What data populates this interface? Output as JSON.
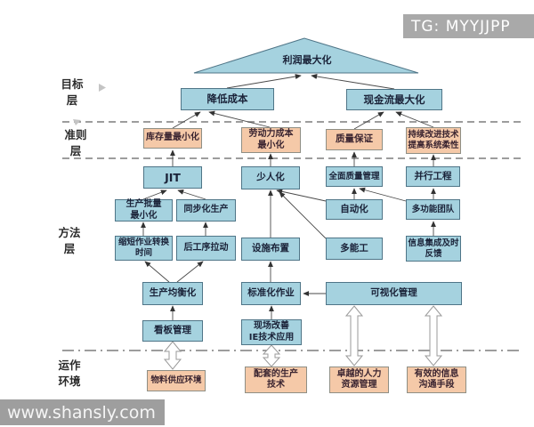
{
  "header": {
    "tg_badge": "TG: MYYJJPP"
  },
  "footer": {
    "watermark": "www.shansly.com"
  },
  "layer_labels": {
    "goal": "目标\n层",
    "criteria": "准则\n层",
    "method": "方法\n层",
    "operation": "运作\n环境"
  },
  "nodes": {
    "profit_max": "利润最大化",
    "cost_reduction": "降低成本",
    "cashflow_max": "现金流最大化",
    "inventory_min": "库存量最小化",
    "labor_cost_min": "劳动力成本\n最小化",
    "quality_assurance": "质量保证",
    "continuous_improvement": "持续改进技术\n提高系统柔性",
    "jit": "JIT",
    "few_workers": "少人化",
    "tqm": "全面质量管理",
    "concurrent_engineering": "并行工程",
    "small_batch": "生产批量\n最小化",
    "synchronized_production": "同步化生产",
    "automation": "自动化",
    "multifunctional_team": "多功能团队",
    "setup_time_reduction": "缩短作业转换\n时间",
    "pull_production": "后工序拉动",
    "facility_layout": "设施布置",
    "multi_skilled_worker": "多能工",
    "info_feedback": "信息集成及时\n反馈",
    "production_leveling": "生产均衡化",
    "standardized_work": "标准化作业",
    "visual_management": "可视化管理",
    "kanban": "看板管理",
    "kaizen_ie": "现场改善\nIE技术应用",
    "material_supply": "物料供应环境",
    "supporting_tech": "配套的生产\n技术",
    "hr_management": "卓越的人力\n资源管理",
    "communication": "有效的信息\n沟通手段"
  },
  "edges": [
    {
      "from": "cost_reduction",
      "to": "profit_max"
    },
    {
      "from": "cashflow_max",
      "to": "profit_max"
    },
    {
      "from": "inventory_min",
      "to": "cost_reduction"
    },
    {
      "from": "labor_cost_min",
      "to": "cost_reduction"
    },
    {
      "from": "quality_assurance",
      "to": "cashflow_max"
    },
    {
      "from": "continuous_improvement",
      "to": "cashflow_max"
    },
    {
      "from": "jit",
      "to": "inventory_min"
    },
    {
      "from": "few_workers",
      "to": "labor_cost_min"
    },
    {
      "from": "tqm",
      "to": "quality_assurance"
    },
    {
      "from": "concurrent_engineering",
      "to": "continuous_improvement"
    },
    {
      "from": "small_batch",
      "to": "jit"
    },
    {
      "from": "synchronized_production",
      "to": "jit"
    },
    {
      "from": "setup_time_reduction",
      "to": "small_batch"
    },
    {
      "from": "pull_production",
      "to": "synchronized_production"
    },
    {
      "from": "production_leveling",
      "to": "setup_time_reduction"
    },
    {
      "from": "production_leveling",
      "to": "pull_production"
    },
    {
      "from": "kanban",
      "to": "production_leveling"
    },
    {
      "from": "facility_layout",
      "to": "few_workers"
    },
    {
      "from": "automation",
      "to": "few_workers"
    },
    {
      "from": "multi_skilled_worker",
      "to": "few_workers"
    },
    {
      "from": "automation",
      "to": "tqm"
    },
    {
      "from": "multifunctional_team",
      "to": "tqm"
    },
    {
      "from": "multifunctional_team",
      "to": "concurrent_engineering"
    },
    {
      "from": "info_feedback",
      "to": "multifunctional_team"
    },
    {
      "from": "standardized_work",
      "to": "facility_layout"
    },
    {
      "from": "kaizen_ie",
      "to": "standardized_work"
    },
    {
      "from": "visual_management",
      "to": "standardized_work"
    },
    {
      "from": "material_supply",
      "to": "kanban",
      "style": "double"
    },
    {
      "from": "supporting_tech",
      "to": "kaizen_ie",
      "style": "double"
    },
    {
      "from": "hr_management",
      "to": "visual_management",
      "style": "double"
    },
    {
      "from": "communication",
      "to": "visual_management",
      "style": "double"
    }
  ],
  "colors": {
    "blue_fill": "#a5d2df",
    "blue_border": "#4f7587",
    "orange_fill": "#f5c9a8",
    "orange_border": "#8f8f85",
    "connector": "#4a4a4a",
    "badge_bg": "#a9a9a9",
    "watermark_bg": "#9e9e9e"
  }
}
